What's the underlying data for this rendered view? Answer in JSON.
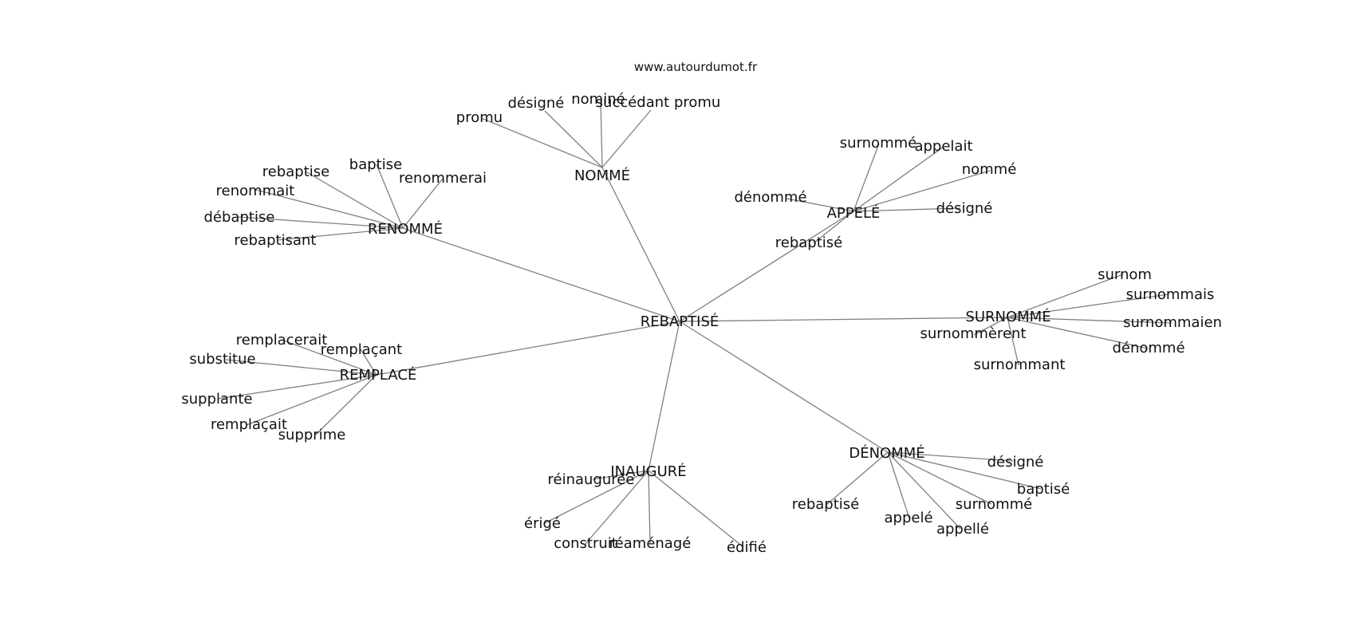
{
  "source": "www.autourdumot.fr",
  "root": "REBAPTISÉ",
  "hubs": [
    {
      "id": "nomme",
      "label": "NOMMÉ",
      "words": [
        "promu",
        "désigné",
        "nominé",
        "succédant promu"
      ]
    },
    {
      "id": "renomme",
      "label": "RENOMMÉ",
      "words": [
        "rebaptise",
        "baptise",
        "renommerai",
        "renommait",
        "débaptise",
        "rebaptisant"
      ]
    },
    {
      "id": "appele",
      "label": "APPELÉ",
      "words": [
        "surnommé",
        "appelait",
        "nommé",
        "dénommé",
        "désigné",
        "rebaptisé"
      ]
    },
    {
      "id": "surnomme",
      "label": "SURNOMMÉ",
      "words": [
        "surnom",
        "surnommais",
        "surnommaien",
        "dénommé",
        "surnommèrent",
        "surnommant"
      ]
    },
    {
      "id": "remplace",
      "label": "REMPLACÉ",
      "words": [
        "remplacerait",
        "remplaçant",
        "substitue",
        "supplante",
        "remplaçait",
        "supprime"
      ]
    },
    {
      "id": "inaugure",
      "label": "INAUGURÉ",
      "words": [
        "réinaugurée",
        "érigé",
        "construit",
        "réaménagé",
        "édifié"
      ]
    },
    {
      "id": "denomme",
      "label": "DÉNOMMÉ",
      "words": [
        "désigné",
        "baptisé",
        "surnommé",
        "rebaptisé",
        "appelé",
        "appellé"
      ]
    }
  ]
}
